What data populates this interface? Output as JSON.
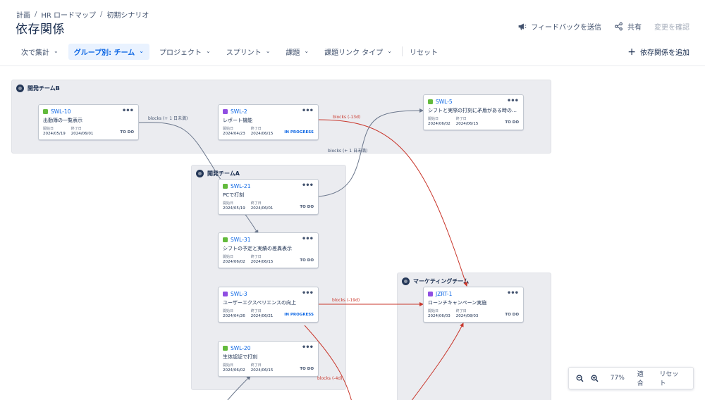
{
  "breadcrumb": [
    "計画",
    "HR ロードマップ",
    "初期シナリオ"
  ],
  "breadcrumb_sep": "/",
  "page_title": "依存関係",
  "header_actions": {
    "feedback": "フィードバックを送信",
    "share": "共有",
    "confirm": "変更を確認"
  },
  "toolbar": {
    "aggregate": "次で集計",
    "group_by": "グループ別: チーム",
    "project": "プロジェクト",
    "sprint": "スプリント",
    "issue": "課題",
    "link_type": "課題リンク タイプ",
    "reset": "リセット",
    "add_dependency": "依存関係を追加"
  },
  "groups": {
    "teamB": "開発チームB",
    "teamA": "開発チームA",
    "marketing": "マーケティングチーム"
  },
  "date_labels": {
    "start": "開始日",
    "end": "終了日"
  },
  "cards": {
    "swl10": {
      "key": "SWL-10",
      "summary": "出勤簿の一覧表示",
      "start": "2024/05/19",
      "end": "2024/06/01",
      "status": "TO DO"
    },
    "swl2": {
      "key": "SWL-2",
      "summary": "レポート機能",
      "start": "2024/04/23",
      "end": "2024/06/15",
      "status": "IN PROGRESS"
    },
    "swl5": {
      "key": "SWL-5",
      "summary": "シフトと実際の打刻に矛盾がある時のア...",
      "start": "2024/06/02",
      "end": "2024/06/15",
      "status": "TO DO"
    },
    "swl21": {
      "key": "SWL-21",
      "summary": "PCで打刻",
      "start": "2024/05/19",
      "end": "2024/06/01",
      "status": "TO DO"
    },
    "swl31": {
      "key": "SWL-31",
      "summary": "シフトの予定と実績の差異表示",
      "start": "2024/06/02",
      "end": "2024/06/15",
      "status": "TO DO"
    },
    "swl3": {
      "key": "SWL-3",
      "summary": "ユーザーエクスペリエンスの向上",
      "start": "2024/04/26",
      "end": "2024/06/21",
      "status": "IN PROGRESS"
    },
    "swl20": {
      "key": "SWL-20",
      "summary": "生体認証で打刻",
      "start": "2024/06/02",
      "end": "2024/06/15",
      "status": "TO DO"
    },
    "jzrt1": {
      "key": "JZRT-1",
      "summary": "ローンチキャンペーン実施",
      "start": "2024/06/03",
      "end": "2024/08/03",
      "status": "TO DO"
    }
  },
  "link_labels": {
    "l1": "blocks (+ 1 日未満)",
    "l2": "blocks (-13d)",
    "l3": "blocks (+ 1 日未満)",
    "l4": "blocks (-19d)",
    "l5": "blocks (-4d)"
  },
  "zoom": {
    "percent": "77%",
    "fit": "適合",
    "reset": "リセット"
  },
  "colors": {
    "accent": "#0c66e4",
    "dependency_ok": "#6b778c",
    "dependency_conflict": "#c9372c",
    "story": "#63ba3c",
    "epic": "#904ee2"
  }
}
